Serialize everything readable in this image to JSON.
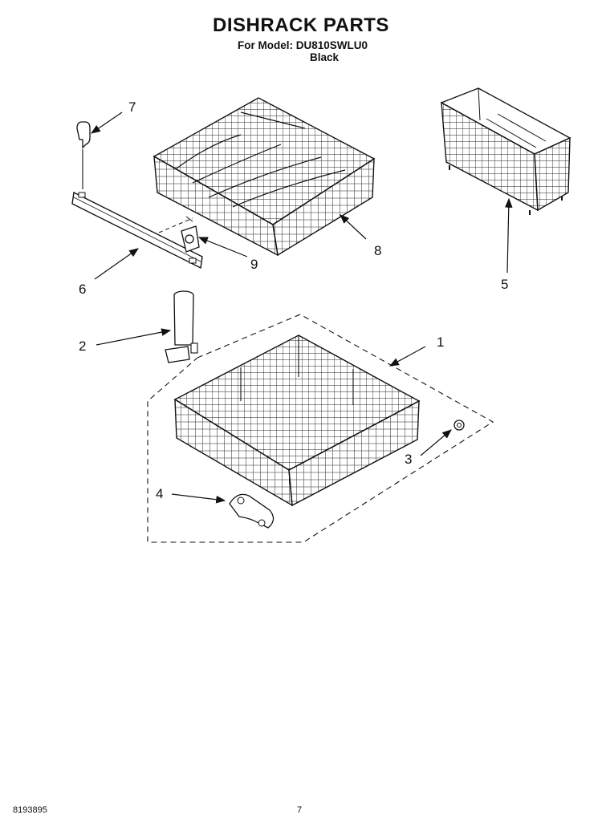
{
  "header": {
    "title": "DISHRACK PARTS",
    "model_line": "For Model: DU810SWLU0",
    "color_line": "Black"
  },
  "callouts": [
    "1",
    "2",
    "3",
    "4",
    "5",
    "6",
    "7",
    "8",
    "9"
  ],
  "footer": {
    "doc_number": "8193895",
    "page_number": "7"
  }
}
